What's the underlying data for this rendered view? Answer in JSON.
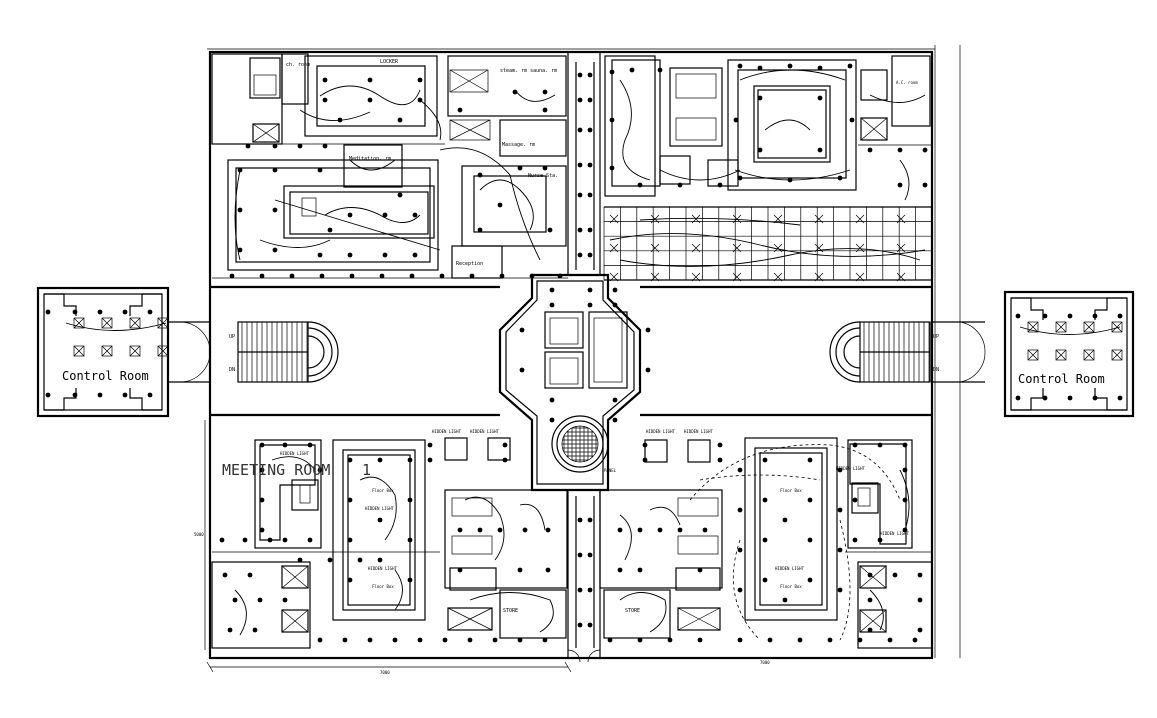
{
  "labels": {
    "meeting_room": "MEETING ROOM",
    "control_room_left": "Control Room",
    "control_room_right": "Control Room",
    "locker": "LOCKER",
    "ch_room": "ch. room",
    "steam_room": "steam. rm sauna. rm",
    "massage_room": "Massage. rm",
    "nurse_station": "Nurse Sta.",
    "meditation_room": "Meditation. rm",
    "reception": "Reception",
    "store_left": "STORE",
    "store_right": "STORE",
    "up_left": "UP",
    "dn_left": "DN",
    "up_right": "UP",
    "dn_right": "DN",
    "hidden_light": "HIDDEN LIGHT",
    "floor_box": "Floor Box",
    "panel": "PANEL",
    "ac_room": "A.C. room",
    "dim_bottom_left": "7000",
    "dim_bottom_right": "7000",
    "dim_left_side": "5000"
  }
}
